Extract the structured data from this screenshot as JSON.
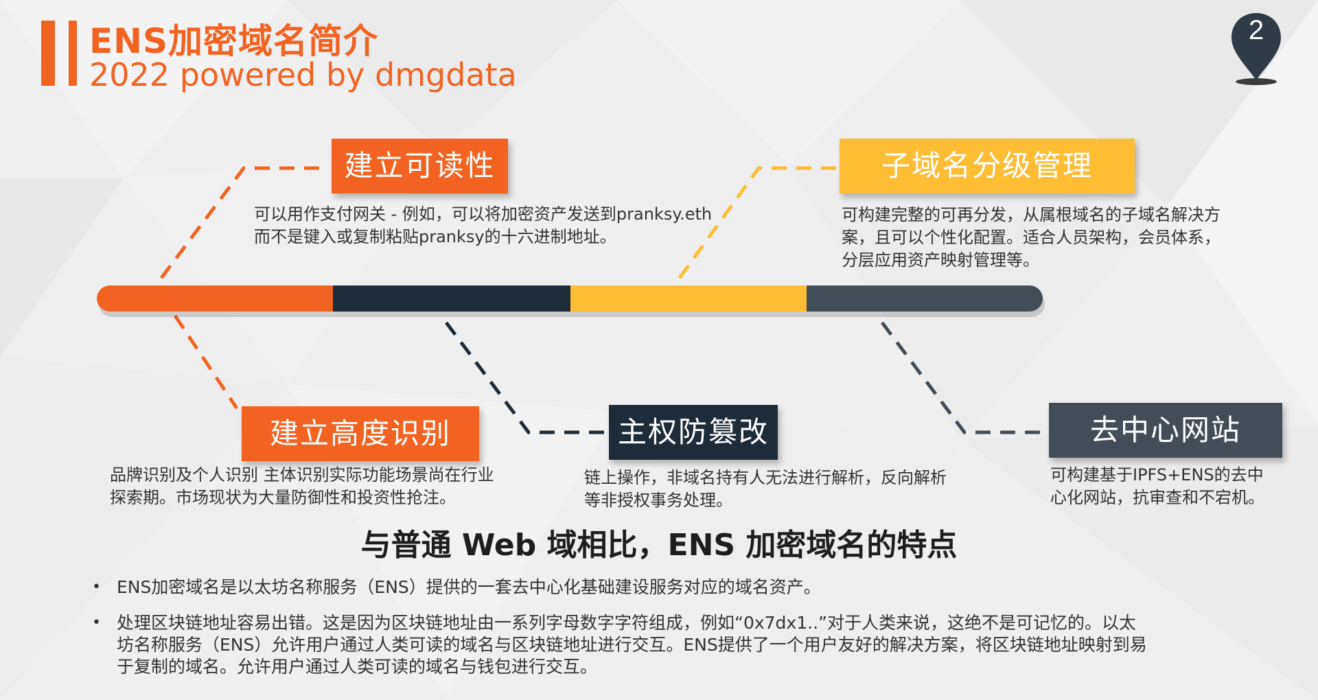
{
  "header": {
    "title": "ENS加密域名简介",
    "subtitle": "2022 powered by dmgdata"
  },
  "page_number": "2",
  "colors": {
    "orange": "#f26322",
    "yellow": "#fdbd35",
    "navy": "#1e2b38",
    "slate": "#434d57"
  },
  "features": {
    "readability": {
      "label": "建立可读性",
      "desc_line1": "可以用作支付网关 - 例如，可以将加密资产发送到pranksy.eth",
      "desc_line2": "而不是键入或复制粘贴pranksy的十六进制地址。"
    },
    "subdomain": {
      "label": "子域名分级管理",
      "desc_line1": "可构建完整的可再分发，从属根域名的子域名解决方",
      "desc_line2": "案，且可以个性化配置。适合人员架构，会员体系，",
      "desc_line3": "分层应用资产映射管理等。"
    },
    "identity": {
      "label": "建立高度识别",
      "desc_line1": "品牌识别及个人识别 主体识别实际功能场景尚在行业",
      "desc_line2": "探索期。市场现状为大量防御性和投资性抢注。"
    },
    "sovereignty": {
      "label": "主权防篡改",
      "desc_line1": "链上操作，非域名持有人无法进行解析，反向解析",
      "desc_line2": "等非授权事务处理。"
    },
    "decentralized": {
      "label": "去中心网站",
      "desc_line1": "可构建基于IPFS+ENS的去中",
      "desc_line2": "心化网站，抗审查和不宕机。"
    }
  },
  "section_heading": "与普通 Web 域相比，ENS 加密域名的特点",
  "bullets": [
    {
      "lines": [
        "ENS加密域名是以太坊名称服务（ENS）提供的一套去中心化基础建设服务对应的域名资产。"
      ]
    },
    {
      "lines": [
        "处理区块链地址容易出错。这是因为区块链地址由一系列字母数字字符组成，例如“0x7dx1..”对于人类来说，这绝不是可记忆的。以太",
        "坊名称服务（ENS）允许用户通过人类可读的域名与区块链地址进行交互。ENS提供了一个用户友好的解决方案，将区块链地址映射到易",
        "于复制的域名。允许用户通过人类可读的域名与钱包进行交互。"
      ]
    }
  ]
}
